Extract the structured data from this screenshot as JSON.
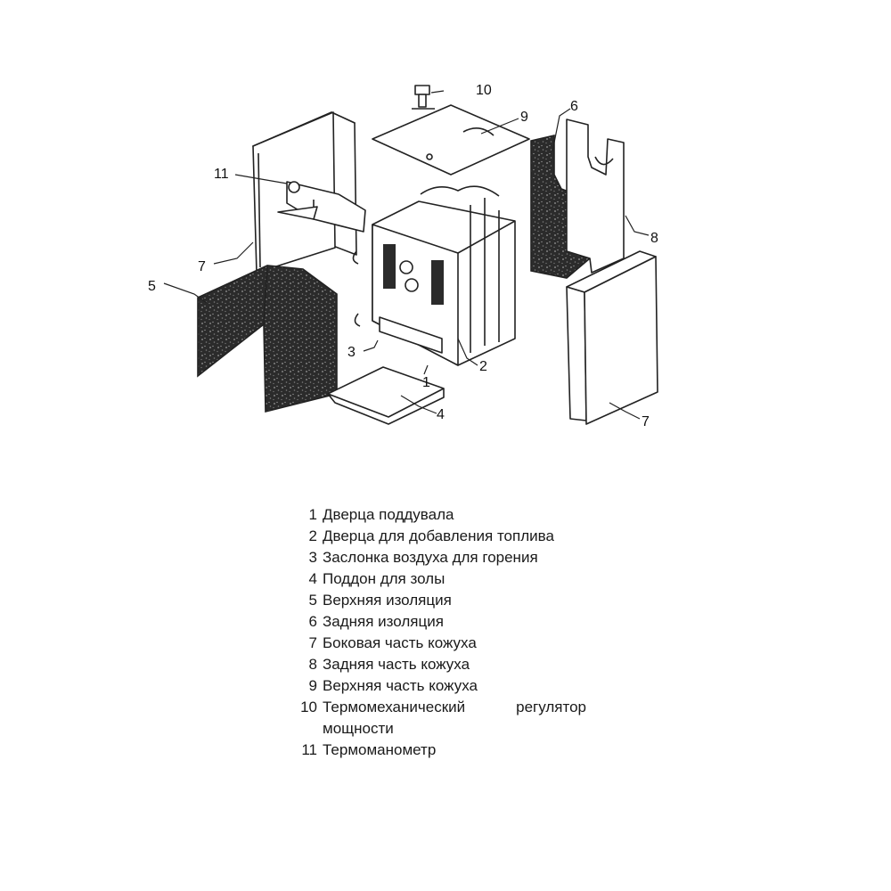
{
  "callouts": [
    "1",
    "2",
    "3",
    "4",
    "5",
    "6",
    "7",
    "8",
    "9",
    "10",
    "11"
  ],
  "legend": [
    {
      "num": "1",
      "text": "Дверца поддувала"
    },
    {
      "num": "2",
      "text": "Дверца для добавления топлива"
    },
    {
      "num": "3",
      "text": "Заслонка воздуха для горения"
    },
    {
      "num": "4",
      "text": "Поддон для золы"
    },
    {
      "num": "5",
      "text": "Верхняя изоляция"
    },
    {
      "num": "6",
      "text": "Задняя изоляция"
    },
    {
      "num": "7",
      "text": "Боковая часть кожуха"
    },
    {
      "num": "8",
      "text": "Задняя часть кожуха"
    },
    {
      "num": "9",
      "text": "Верхняя часть кожуха"
    },
    {
      "num": "10",
      "text": "Термомеханический регулятор мощности"
    },
    {
      "num": "11",
      "text": "Термоманометр"
    }
  ]
}
